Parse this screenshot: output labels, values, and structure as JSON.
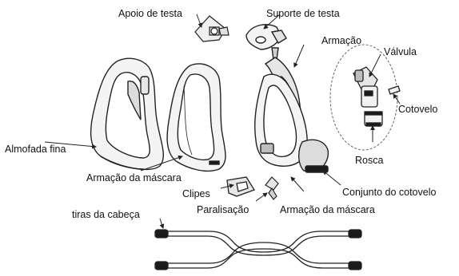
{
  "labels": {
    "apoio_de_testa": "Apoio de testa",
    "suporte_de_testa": "Suporte de testa",
    "armacao": "Armação",
    "valvula": "Válvula",
    "cotovelo": "Cotovelo",
    "almofada_fina": "Almofada fina",
    "armacao_da_mascara_left": "Armação da máscara",
    "rosca": "Rosca",
    "conjunto_do_cotovelo": "Conjunto do cotovelo",
    "clipes": "Clipes",
    "paralisacao": "Paralisação",
    "armacao_da_mascara_right": "Armação da máscara",
    "tiras_da_cabeca": "tiras da cabeça"
  },
  "colors": {
    "line": "#222222",
    "fill_light": "#f4f4f4",
    "fill_mid": "#cfcfcf",
    "fill_dark": "#1a1a1a",
    "dash": "#666666"
  }
}
